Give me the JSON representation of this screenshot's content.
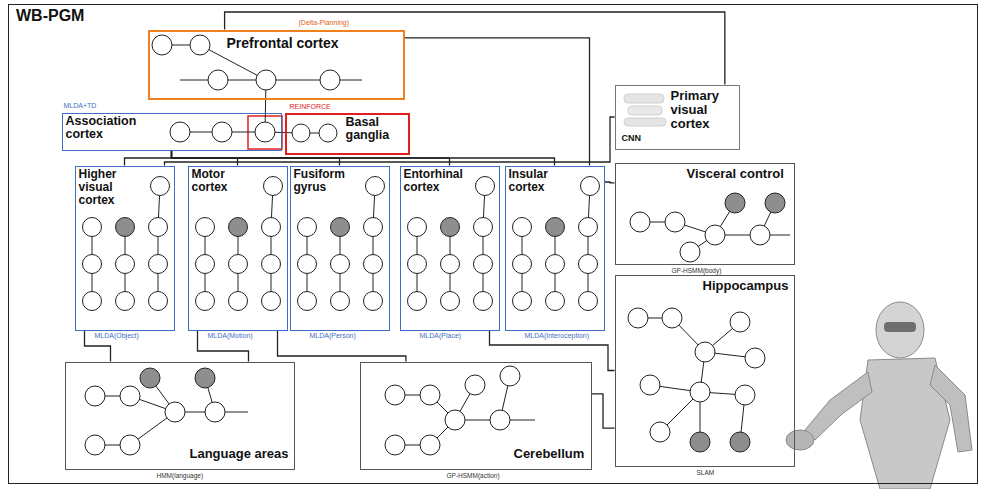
{
  "diagram": {
    "nodes": [
      {
        "text": [
          "WB-PGM"
        ]
      },
      {
        "text": [
          "Prefrontal cortex",
          "(Delta-Planning)"
        ],
        "in": 0
      },
      {
        "text": [
          "Association cortex",
          "MLDA+TD"
        ],
        "in": 0
      },
      {
        "text": [
          "Basal ganglia",
          "REINFORCE"
        ],
        "in": 0
      },
      {
        "text": [
          "Higher visual cortex",
          "MLDA(Object)"
        ],
        "in": 0
      },
      {
        "text": [
          "Motor cortex",
          "MLDA(Motion)"
        ],
        "in": 0
      },
      {
        "text": [
          "Fusiform gyrus",
          "MLDA(Person)"
        ],
        "in": 0
      },
      {
        "text": [
          "Entorhinal cortex",
          "MLDA(Place)"
        ],
        "in": 0
      },
      {
        "text": [
          "Insular cortex",
          "MLDA(Interoception)"
        ],
        "in": 0
      },
      {
        "text": [
          "Primary visual cortex",
          "CNN"
        ],
        "in": 0
      },
      {
        "text": [
          "Visceral control",
          "GP-HSMM(body)"
        ],
        "in": 0
      },
      {
        "text": [
          "Hippocampus",
          "SLAM"
        ],
        "in": 0
      },
      {
        "text": [
          "Language areas",
          "HMM(language)"
        ],
        "in": 0
      },
      {
        "text": [
          "Cerebellum",
          "GP-HSMM(action)"
        ],
        "in": 0
      }
    ],
    "edges": [
      {
        "from": 1,
        "to": 9,
        "arrow": "none"
      },
      {
        "from": 1,
        "to": 8,
        "arrow": "none"
      },
      {
        "from": 2,
        "to": 4,
        "arrow": "none"
      },
      {
        "from": 2,
        "to": 5,
        "arrow": "none"
      },
      {
        "from": 2,
        "to": 6,
        "arrow": "none"
      },
      {
        "from": 2,
        "to": 7,
        "arrow": "none"
      },
      {
        "from": 2,
        "to": 8,
        "arrow": "none"
      },
      {
        "from": 4,
        "to": 12,
        "arrow": "none"
      },
      {
        "from": 5,
        "to": 12,
        "arrow": "none"
      },
      {
        "from": 5,
        "to": 13,
        "arrow": "none"
      },
      {
        "from": 8,
        "to": 10,
        "arrow": "none"
      },
      {
        "from": 7,
        "to": 11,
        "arrow": "none"
      },
      {
        "from": 9,
        "to": 4,
        "arrow": "none"
      },
      {
        "from": 13,
        "to": 11,
        "arrow": "none"
      }
    ]
  }
}
